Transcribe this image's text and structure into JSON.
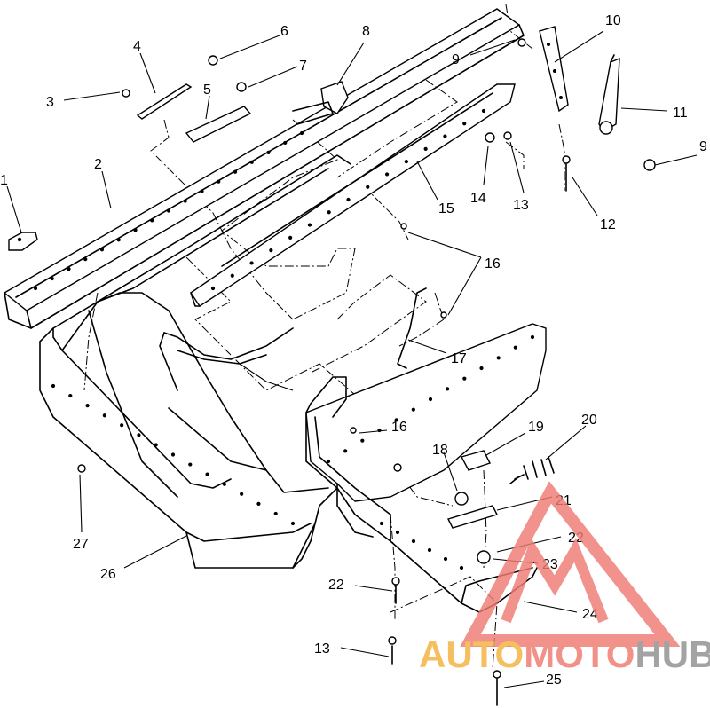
{
  "callouts": [
    "1",
    "2",
    "3",
    "4",
    "5",
    "6",
    "7",
    "8",
    "9",
    "10",
    "11",
    "9",
    "12",
    "13",
    "14",
    "15",
    "16",
    "16",
    "17",
    "18",
    "19",
    "20",
    "21",
    "22",
    "23",
    "22",
    "24",
    "13",
    "25",
    "26",
    "27"
  ],
  "watermark": {
    "text_a": "AUTO",
    "text_b": "MOTO",
    "text_c": "HUB",
    "color_a": "#f3b13c",
    "color_b": "#f07a6f",
    "color_c": "#8f8f8f",
    "triangle_color": "#ef7c73"
  }
}
